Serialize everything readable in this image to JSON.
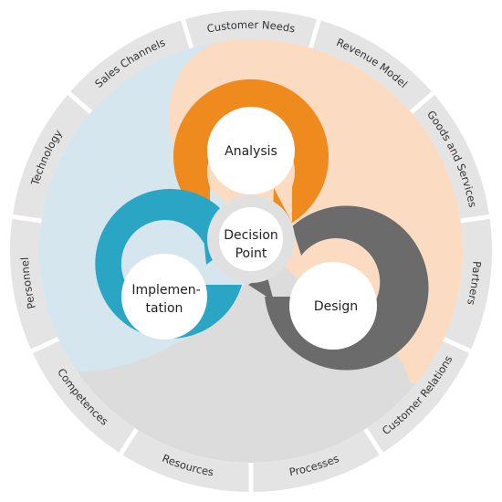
{
  "ring_segments": [
    "Customer Needs",
    "Revenue Model",
    "Goods and Services",
    "Partners",
    "Customer Relations",
    "Processes",
    "Resources",
    "Competences",
    "Personnel",
    "Technology",
    "Sales Channels"
  ],
  "nodes": {
    "analysis": "Analysis",
    "design": "Design",
    "implementation_line1": "Implemen-",
    "implementation_line2": "tation"
  },
  "center": {
    "line1": "Decision",
    "line2": "Point"
  },
  "colors": {
    "ring": "#e4e4e4",
    "ring_separator": "#ffffff",
    "background_blue": "#d6e6ee",
    "background_orange": "#fbdcc2",
    "background_gray": "#dcdcdc",
    "analysis": "#ef8a1e",
    "implementation": "#2aa6c4",
    "design": "#6b6b6b",
    "center_ring": "#e0e0e0"
  }
}
